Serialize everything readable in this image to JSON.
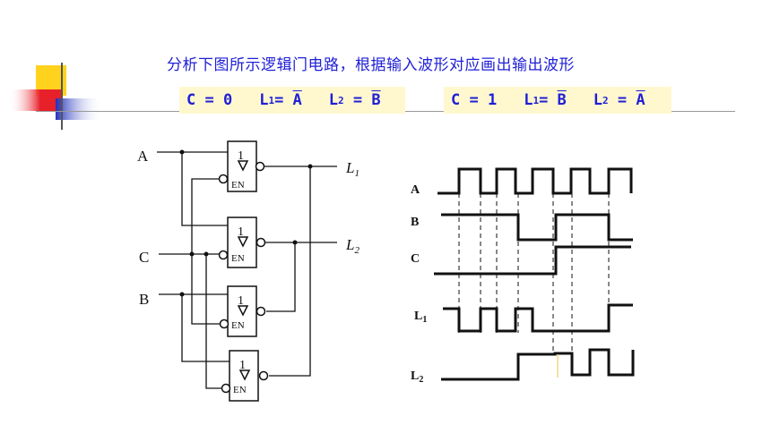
{
  "title": "分析下图所示逻辑门电路，根据输入波形对应画出输出波形",
  "equation_1": {
    "c_value": "C = 0",
    "l1_label": "L",
    "l1_sub": "1",
    "l1_eq": "= ",
    "l1_rhs": "A",
    "l2_label": "L",
    "l2_sub": "2",
    "l2_eq": " = ",
    "l2_rhs": "B"
  },
  "equation_2": {
    "c_value": "C = 1",
    "l1_label": "L",
    "l1_sub": "1",
    "l1_eq": "= ",
    "l1_rhs": "B",
    "l2_label": "L",
    "l2_sub": "2",
    "l2_eq": " = ",
    "l2_rhs": "A"
  },
  "circuit": {
    "inputs": [
      "A",
      "C",
      "B"
    ],
    "outputs": [
      {
        "main": "L",
        "sub": "1"
      },
      {
        "main": "L",
        "sub": "2"
      }
    ],
    "gate_number": "1",
    "gate_enable": "EN"
  },
  "waveform": {
    "labels": [
      {
        "main": "A",
        "sub": ""
      },
      {
        "main": "B",
        "sub": ""
      },
      {
        "main": "C",
        "sub": ""
      },
      {
        "main": "L",
        "sub": "1"
      },
      {
        "main": "L",
        "sub": "2"
      }
    ]
  },
  "colors": {
    "title": "#1f1fd6",
    "equation_bg": "#fff8cf",
    "deco_yellow": "#ffd21e",
    "deco_red": "#e8202a",
    "deco_blue": "#2233bb"
  }
}
